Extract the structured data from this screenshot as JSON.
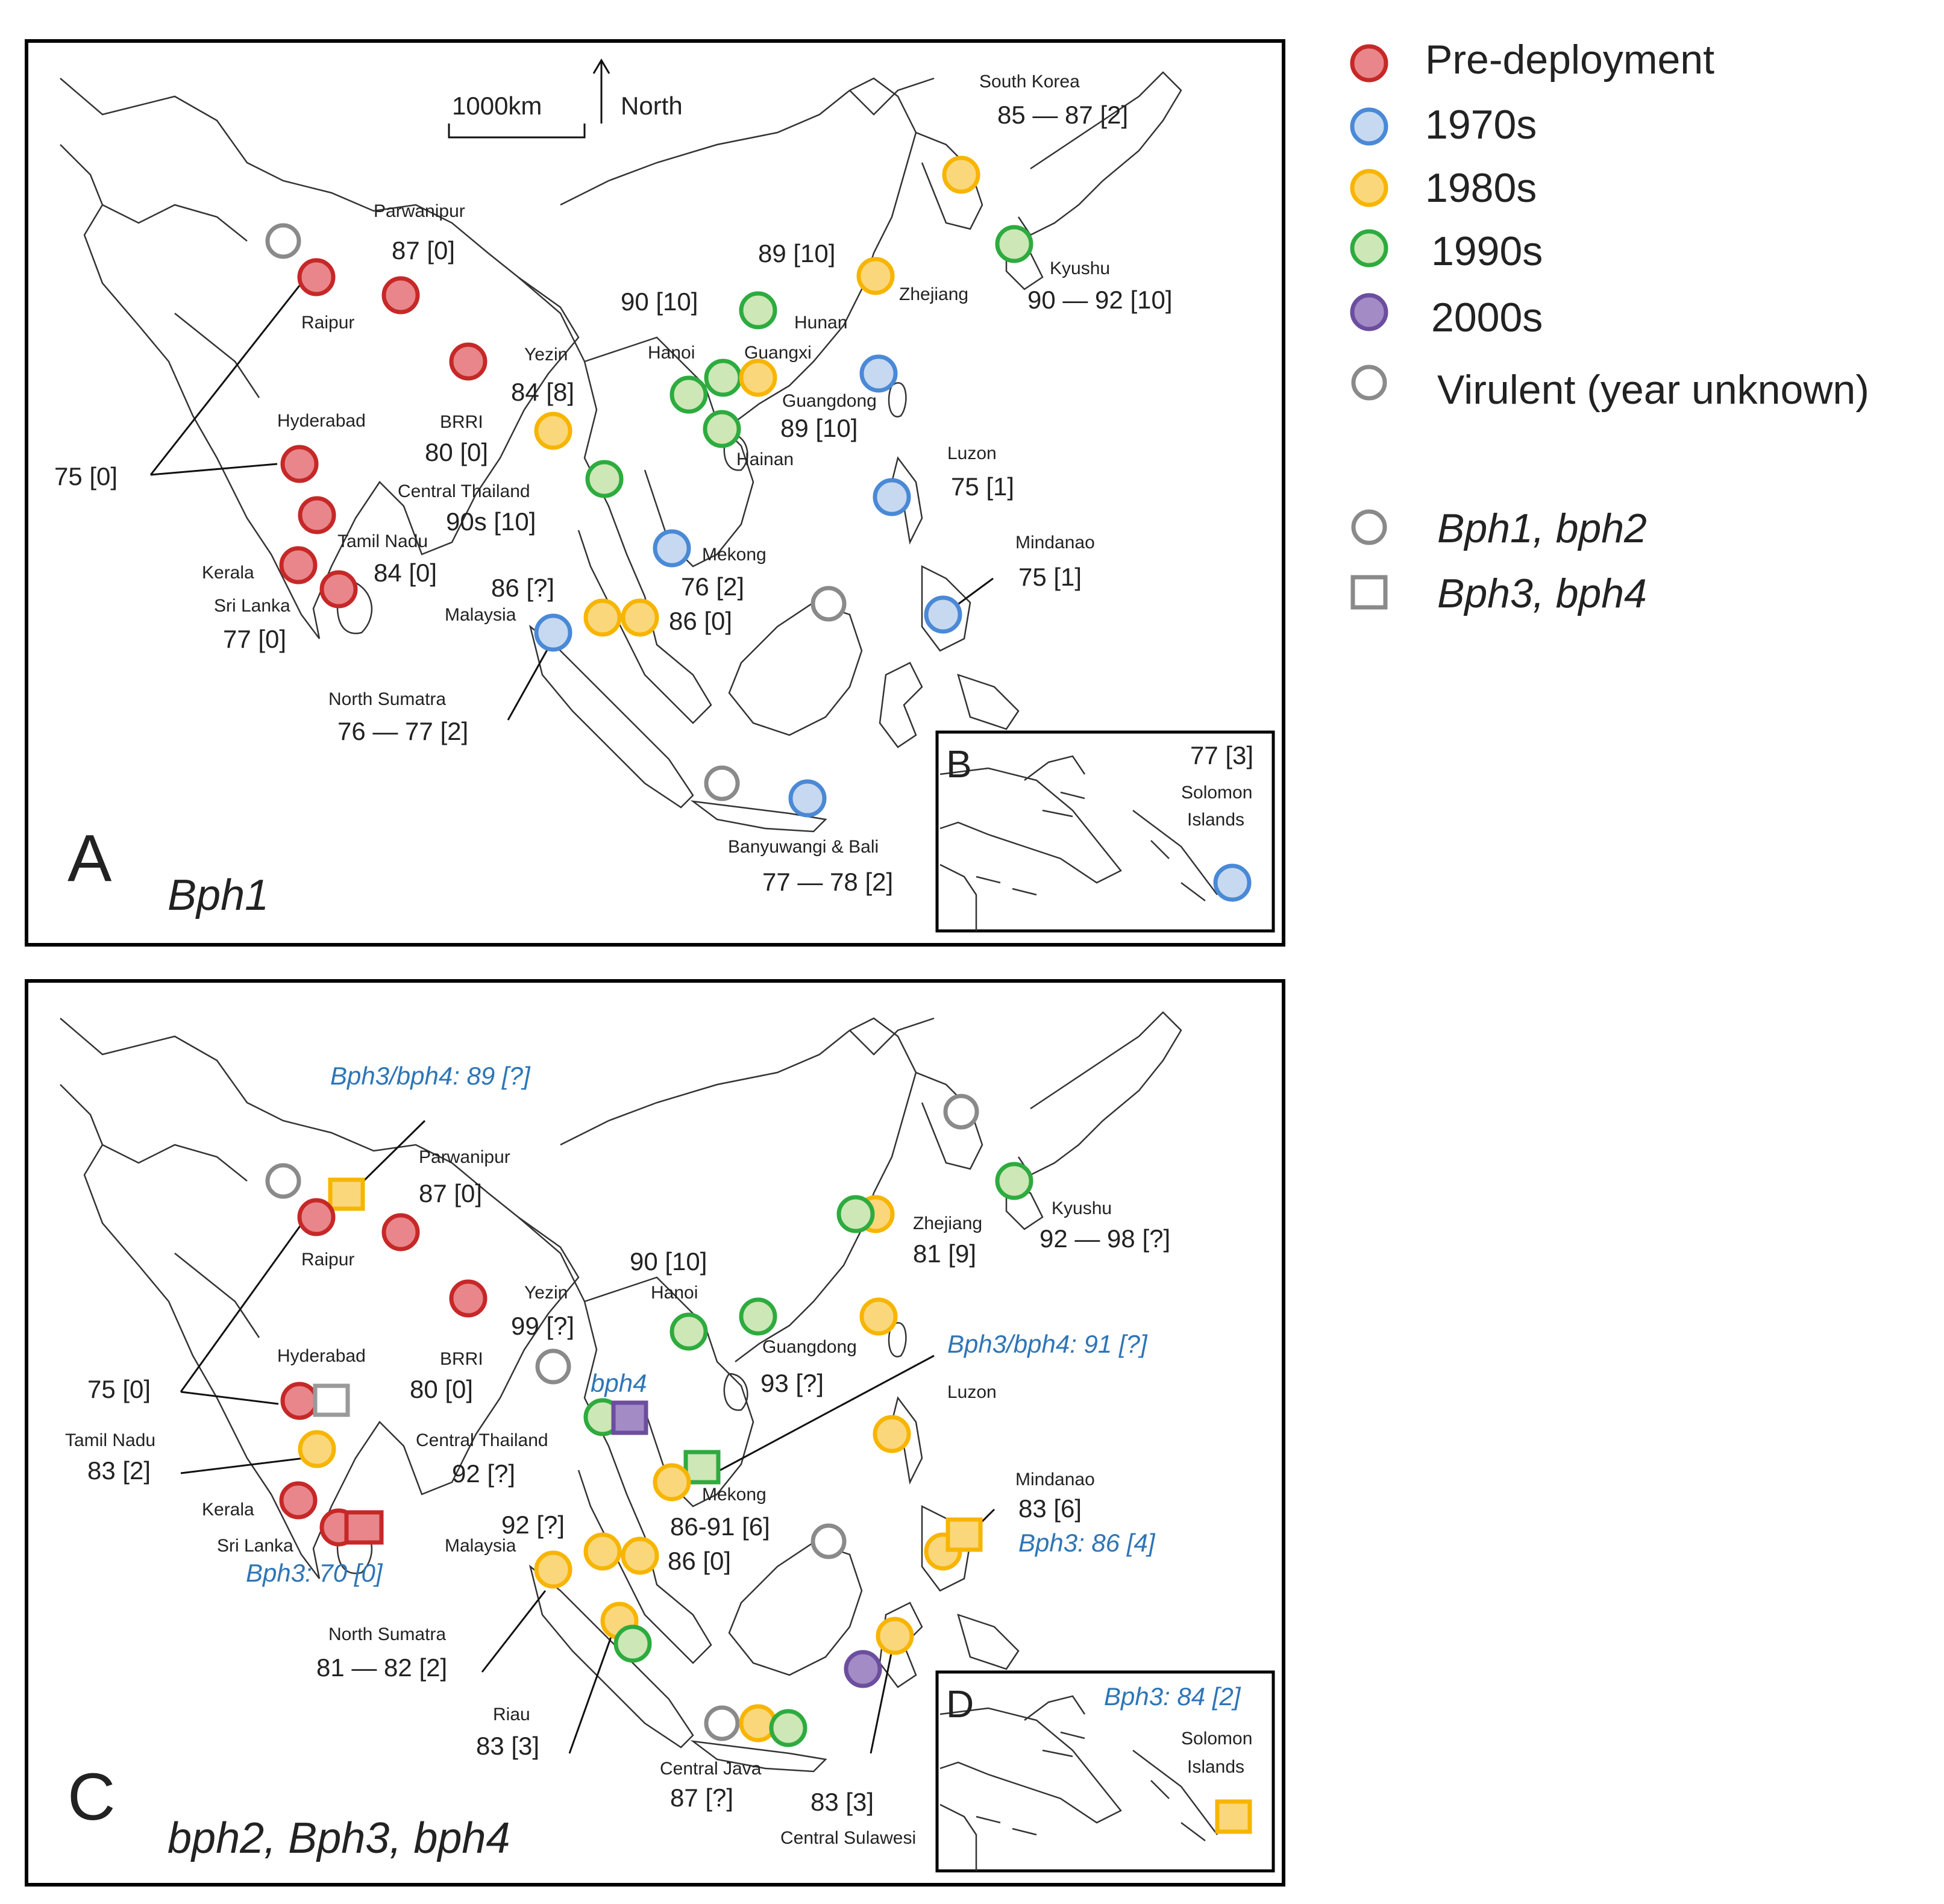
{
  "legend": {
    "items": [
      {
        "label": "Pre-deployment",
        "color": "#d92b2b",
        "fill": "#e8868b"
      },
      {
        "label": "1970s",
        "color": "#4a89d6",
        "fill": "#c7d9f0"
      },
      {
        "label": "1980s",
        "color": "#f7b500",
        "fill": "#fbd77c"
      },
      {
        "label": "1990s",
        "color": "#2eab3f",
        "fill": "#cde7b6"
      },
      {
        "label": "2000s",
        "color": "#6c4e9f",
        "fill": "#a38bc5"
      },
      {
        "label": "Virulent (year unknown)",
        "color": "#8a8a8a",
        "fill": "#ffffff"
      }
    ],
    "shapes": [
      {
        "shape": "circle",
        "label": "Bph1, bph2"
      },
      {
        "shape": "square",
        "label": "Bph3, bph4"
      }
    ]
  },
  "panelA": {
    "letter": "A",
    "gene": "Bph1",
    "scale_label": "1000km",
    "north_label": "North",
    "labels": [
      "Parwanipur",
      "87 [0]",
      "Raipur",
      "BRRI",
      "80 [0]",
      "Hyderabad",
      "75 [0]",
      "Tamil Nadu",
      "84 [0]",
      "Kerala",
      "Sri Lanka",
      "77 [0]",
      "Yezin",
      "84 [8]",
      "Central Thailand",
      "90s [10]",
      "Hanoi",
      "90 [10]",
      "Guangxi",
      "Hunan",
      "89 [10]",
      "Zhejiang",
      "South Korea",
      "85 — 87 [2]",
      "Kyushu",
      "90 — 92 [10]",
      "Guangdong",
      "89 [10]",
      "Hainan",
      "Luzon",
      "75 [1]",
      "Mindanao",
      "75 [1]",
      "Mekong",
      "76 [2]",
      "86 [?]",
      "Malaysia",
      "86 [0]",
      "North Sumatra",
      "76 — 77 [2]",
      "Banyuwangi & Bali",
      "77 — 78 [2]"
    ]
  },
  "panelB": {
    "letter": "B",
    "labels": [
      "77 [3]",
      "Solomon",
      "Islands"
    ]
  },
  "panelC": {
    "letter": "C",
    "gene": "bph2, Bph3, bph4",
    "labels": [
      "Parwanipur",
      "87 [0]",
      "Raipur",
      "Hyderabad",
      "75 [0]",
      "BRRI",
      "80 [0]",
      "Tamil Nadu",
      "83 [2]",
      "Kerala",
      "Sri Lanka",
      "Yezin",
      "99 [?]",
      "Hanoi",
      "90 [10]",
      "Central Thailand",
      "92 [?]",
      "Guangdong",
      "93 [?]",
      "Zhejiang",
      "81 [9]",
      "Kyushu",
      "92 — 98 [?]",
      "Luzon",
      "Mindanao",
      "83 [6]",
      "Mekong",
      "86-91 [6]",
      "92 [?]",
      "Malaysia",
      "86 [0]",
      "North Sumatra",
      "81 — 82 [2]",
      "Riau",
      "83 [3]",
      "Central Java",
      "87 [?]",
      "83 [3]",
      "Central Sulawesi"
    ],
    "blue_labels": [
      "Bph3/bph4: 89 [?]",
      "Bph3: 70 [0]",
      "Bph3/bph4: 91 [?]",
      "Bph3: 86 [4]",
      "bph4"
    ]
  },
  "panelD": {
    "letter": "D",
    "labels": [
      "Bph3: 84 [2]",
      "Solomon",
      "Islands"
    ]
  }
}
